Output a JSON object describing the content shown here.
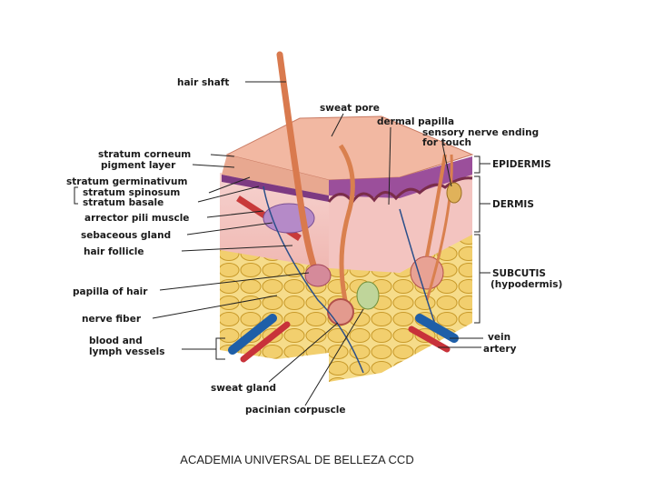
{
  "diagram": {
    "labels": {
      "hair_shaft": "hair shaft",
      "sweat_pore": "sweat pore",
      "dermal_papilla": "dermal papilla",
      "sensory_nerve_ending": "sensory nerve ending",
      "sensory_nerve_ending_2": "for touch",
      "stratum_corneum": "stratum corneum",
      "pigment_layer": "pigment layer",
      "stratum_germinativum": "stratum germinativum",
      "stratum_spinosum": "stratum spinosum",
      "stratum_basale": "stratum basale",
      "arrector_pili_muscle": "arrector pili muscle",
      "sebaceous_gland": "sebaceous gland",
      "hair_follicle": "hair follicle",
      "papilla_of_hair": "papilla of hair",
      "nerve_fiber": "nerve fiber",
      "blood_lymph_1": "blood and",
      "blood_lymph_2": "lymph vessels",
      "sweat_gland": "sweat gland",
      "pacinian_corpuscle": "pacinian corpuscle",
      "epidermis": "EPIDERMIS",
      "dermis": "DERMIS",
      "subcutis": "SUBCUTIS",
      "hypodermis": "(hypodermis)",
      "vein": "vein",
      "artery": "artery"
    },
    "colors": {
      "fat": "#f2cf6e",
      "fat_outline": "#c89a2a",
      "dermis": "#f4c9c6",
      "epidermis_top": "#f0b7a0",
      "pigment": "#8f3f8f",
      "hair": "#d97a4e",
      "vein": "#1f5fa8",
      "artery": "#c8323a"
    }
  },
  "footer": {
    "caption": "ACADEMIA UNIVERSAL DE BELLEZA CCD"
  }
}
